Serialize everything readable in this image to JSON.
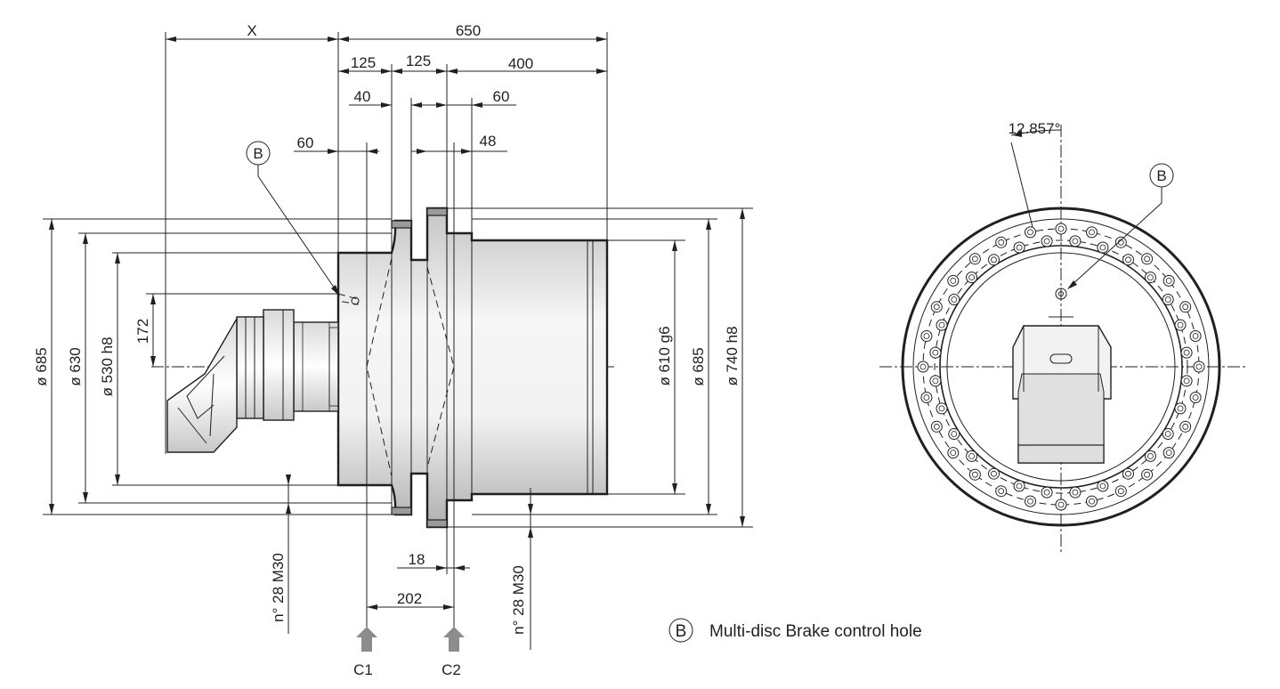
{
  "dimensions": {
    "x": "X",
    "overall_length": "650",
    "seg_125a": "125",
    "seg_125b": "125",
    "seg_400": "400",
    "seg_40": "40",
    "seg_60_top": "60",
    "seg_60_left": "60",
    "seg_48": "48",
    "d685_left": "ø 685",
    "d630": "ø 630",
    "d530": "ø 530 h8",
    "h172": "172",
    "d610": "ø 610 g6",
    "d685_right": "ø 685",
    "d740": "ø 740 h8",
    "seg_18": "18",
    "seg_202": "202",
    "bolts_left": "n° 28 M30",
    "bolts_right": "n° 28 M30",
    "angle": "12.857°"
  },
  "callouts": {
    "b_side": "B",
    "b_front": "B",
    "b_legend": "B"
  },
  "load_points": {
    "c1": "C1",
    "c2": "C2"
  },
  "legend": {
    "b_description": "Multi-disc Brake control hole"
  },
  "colors": {
    "line": "#231f20",
    "arrow_fill": "#8c8c8c",
    "body_shade_dark": "#b4b4b4",
    "body_shade_light": "#f4f4f4"
  }
}
